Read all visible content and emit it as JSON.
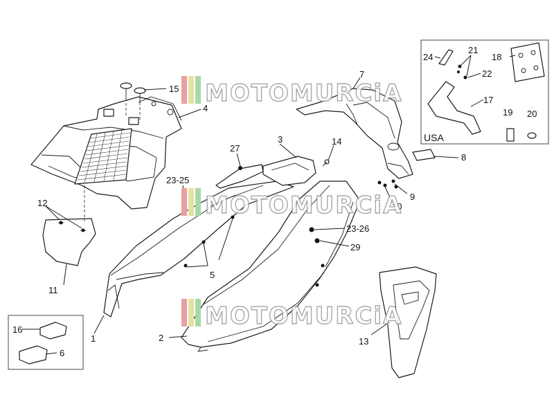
{
  "labels": {
    "l1": "1",
    "l2": "2",
    "l3": "3",
    "l4": "4",
    "l5": "5",
    "l6": "6",
    "l7": "7",
    "l8": "8",
    "l9": "9",
    "l10": "10",
    "l11": "11",
    "l12": "12",
    "l13": "13",
    "l14": "14",
    "l15": "15",
    "l16": "16",
    "l17": "17",
    "l18": "18",
    "l19": "19",
    "l20": "20",
    "l21": "21",
    "l22": "22",
    "l24": "24",
    "l27": "27",
    "l23_25": "23-25",
    "l23_26": "23-26",
    "l29": "29"
  },
  "usa_box": {
    "label": "USA"
  },
  "watermark": {
    "text": "MOTOMURCiA",
    "stripe_colors": [
      "#e8a0a0",
      "#e8e0a0",
      "#a8d8a8"
    ]
  }
}
